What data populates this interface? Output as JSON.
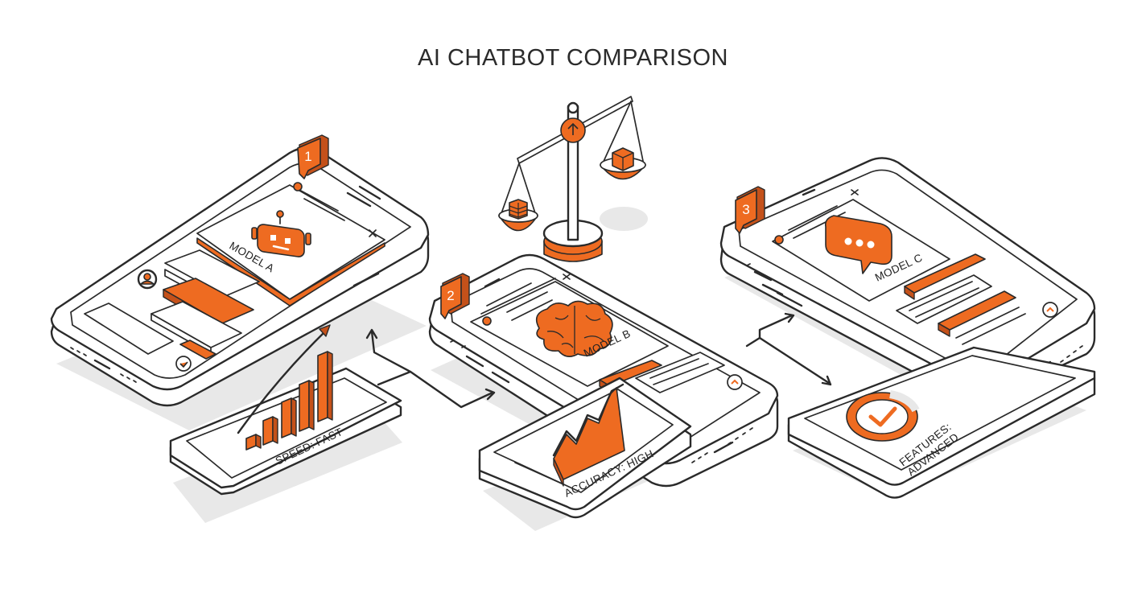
{
  "title": "AI CHATBOT COMPARISON",
  "models": [
    {
      "badge": "1",
      "name": "MODEL A",
      "icon": "robot-icon",
      "metric": "SPEED: FAST",
      "metric_icon": "bar-chart-icon"
    },
    {
      "badge": "2",
      "name": "MODEL B",
      "icon": "brain-icon",
      "metric": "ACCURACY: HIGH",
      "metric_icon": "area-chart-icon"
    },
    {
      "badge": "3",
      "name": "MODEL C",
      "icon": "chat-bubble-icon",
      "metric_lines": [
        "FEATURES:",
        "ADVANCED"
      ],
      "metric_icon": "checkmark-gauge-icon"
    }
  ],
  "center_icon": "balance-scale-icon",
  "colors": {
    "accent": "#ee6b21",
    "accent_dark": "#c4511a",
    "line": "#2a2a2a",
    "shadow": "#e8e8e8",
    "background": "#ffffff"
  }
}
